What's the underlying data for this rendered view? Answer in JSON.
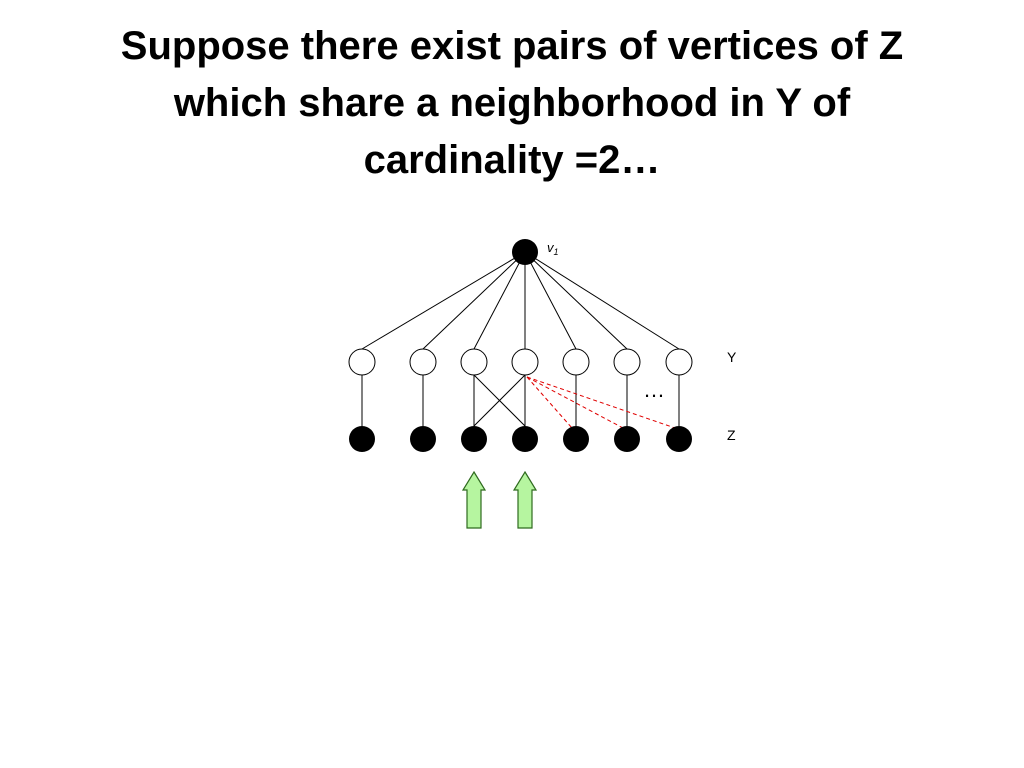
{
  "title": {
    "lines": [
      "Suppose there exist pairs of vertices of Z",
      "which share a neighborhood in Y of",
      "cardinality =2…"
    ]
  },
  "diagram": {
    "top_vertex_label": {
      "base": "v",
      "subscript": "1"
    },
    "row_labels": {
      "y": "Y",
      "z": "Z"
    },
    "ellipsis": "…",
    "y_vertex_count": 7,
    "z_vertex_count": 7,
    "crossed_pair": [
      2,
      3
    ],
    "highlighted_pair": [
      2,
      3
    ],
    "colors": {
      "filled_vertex": "#000000",
      "hollow_vertex_fill": "#ffffff",
      "edge": "#000000",
      "dashed_edge": "#e00000",
      "arrow_fill": "#b6f5a0",
      "arrow_stroke": "#2e6a1e"
    }
  }
}
